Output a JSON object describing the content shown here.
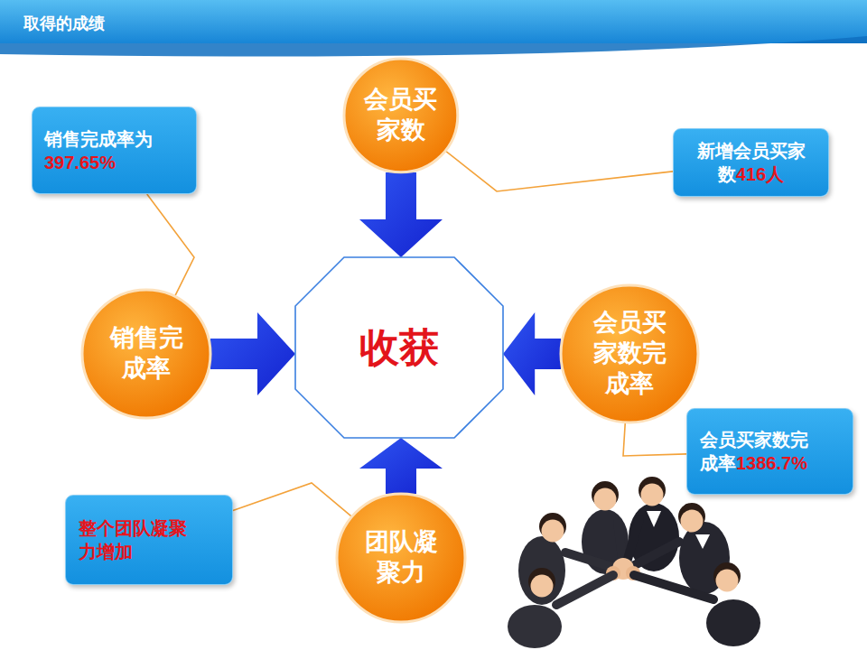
{
  "diagram": {
    "title": "取得的成绩",
    "nodes": [
      {
        "text": [
          "会员买家数"
        ]
      },
      {
        "text": [
          "销售完成率为",
          "397.65%"
        ]
      },
      {
        "text": [
          "新增会员买家数",
          "416人"
        ]
      },
      {
        "text": [
          "销售完成率"
        ]
      },
      {
        "text": [
          "收获"
        ]
      },
      {
        "text": [
          "会员买家数完成率"
        ]
      },
      {
        "text": [
          "会员买家数完成率",
          "1386.7%"
        ]
      },
      {
        "text": [
          "整个团队凝聚力增加"
        ]
      },
      {
        "text": [
          "团队凝聚力"
        ]
      }
    ],
    "edges": [
      {
        "from": 0,
        "to": 4,
        "arrow": "to"
      },
      {
        "from": 3,
        "to": 4,
        "arrow": "to"
      },
      {
        "from": 5,
        "to": 4,
        "arrow": "to"
      },
      {
        "from": 8,
        "to": 4,
        "arrow": "to"
      },
      {
        "from": 1,
        "to": 3,
        "arrow": "none"
      },
      {
        "from": 2,
        "to": 0,
        "arrow": "none"
      },
      {
        "from": 6,
        "to": 5,
        "arrow": "none"
      },
      {
        "from": 7,
        "to": 8,
        "arrow": "none"
      }
    ]
  }
}
